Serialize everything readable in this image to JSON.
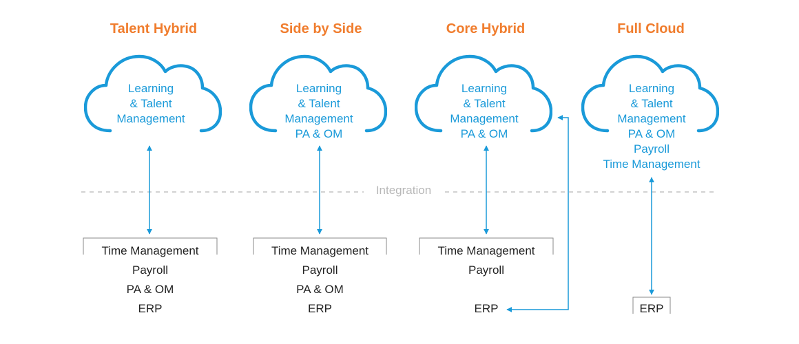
{
  "integration_label": "Integration",
  "colors": {
    "title": "#f07d2e",
    "cloud": "#1a9ad9",
    "text": "#222222",
    "divider": "#b8b8b8"
  },
  "scenarios": [
    {
      "title": "Talent Hybrid",
      "cloud": [
        "Learning",
        "& Talent",
        "Management"
      ],
      "on_premise": [
        "Time Management",
        "Payroll",
        "PA & OM",
        "ERP"
      ]
    },
    {
      "title": "Side by Side",
      "cloud": [
        "Learning",
        "& Talent",
        "Management",
        "PA & OM"
      ],
      "on_premise": [
        "Time Management",
        "Payroll",
        "PA & OM",
        "ERP"
      ]
    },
    {
      "title": "Core Hybrid",
      "cloud": [
        "Learning",
        "& Talent",
        "Management",
        "PA & OM"
      ],
      "on_premise": [
        "Time Management",
        "Payroll",
        "",
        "ERP"
      ]
    },
    {
      "title": "Full Cloud",
      "cloud": [
        "Learning",
        "& Talent",
        "Management",
        "PA & OM",
        "Payroll",
        "Time Management"
      ],
      "on_premise": [
        "ERP"
      ]
    }
  ]
}
